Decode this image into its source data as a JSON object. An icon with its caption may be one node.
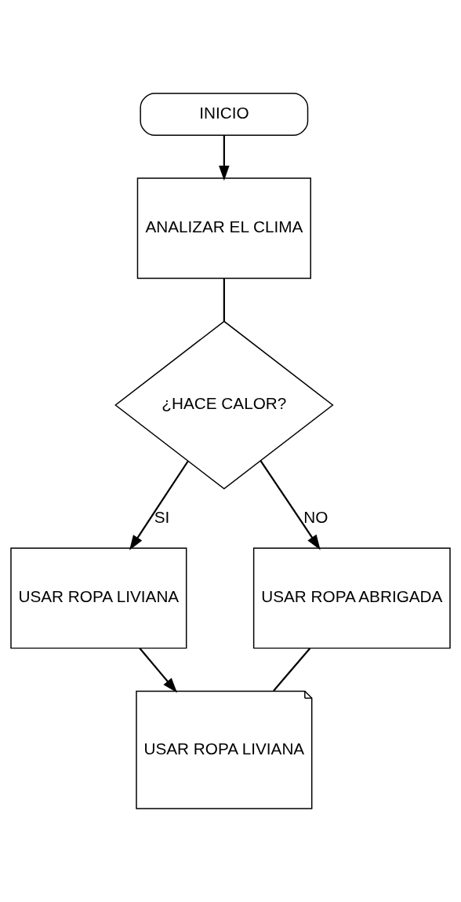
{
  "diagram": {
    "nodes": [
      {
        "text": [
          "INICIO"
        ]
      },
      {
        "text": [
          "ANALIZAR EL CLIMA"
        ]
      },
      {
        "text": [
          "¿HACE CALOR?"
        ]
      },
      {
        "text": [
          "USAR ROPA LIVIANA"
        ]
      },
      {
        "text": [
          "USAR ROPA ABRIGADA"
        ]
      },
      {
        "text": [
          "USAR ROPA LIVIANA"
        ]
      }
    ],
    "edges": [
      {
        "from": 0,
        "to": 1,
        "arrow": "to"
      },
      {
        "from": 1,
        "to": 2,
        "arrow": "none"
      },
      {
        "from": 2,
        "to": 3,
        "arrow": "to",
        "label": "SI"
      },
      {
        "from": 2,
        "to": 4,
        "arrow": "to",
        "label": "NO"
      },
      {
        "from": 3,
        "to": 5,
        "arrow": "to"
      },
      {
        "from": 4,
        "to": 5,
        "arrow": "none"
      }
    ]
  }
}
